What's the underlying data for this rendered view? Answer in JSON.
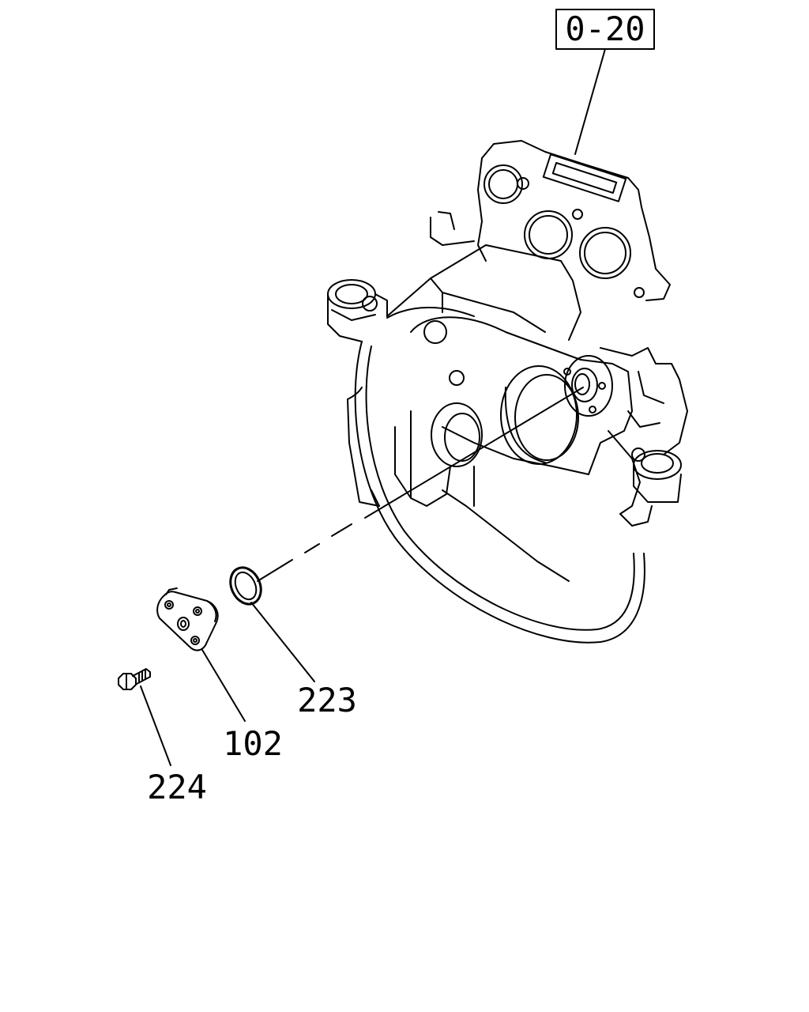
{
  "reference_box": {
    "text": "0-20"
  },
  "callouts": [
    {
      "id": "223",
      "text": "223"
    },
    {
      "id": "102",
      "text": "102"
    },
    {
      "id": "224",
      "text": "224"
    }
  ],
  "colors": {
    "line": "#000000",
    "background": "#ffffff"
  }
}
